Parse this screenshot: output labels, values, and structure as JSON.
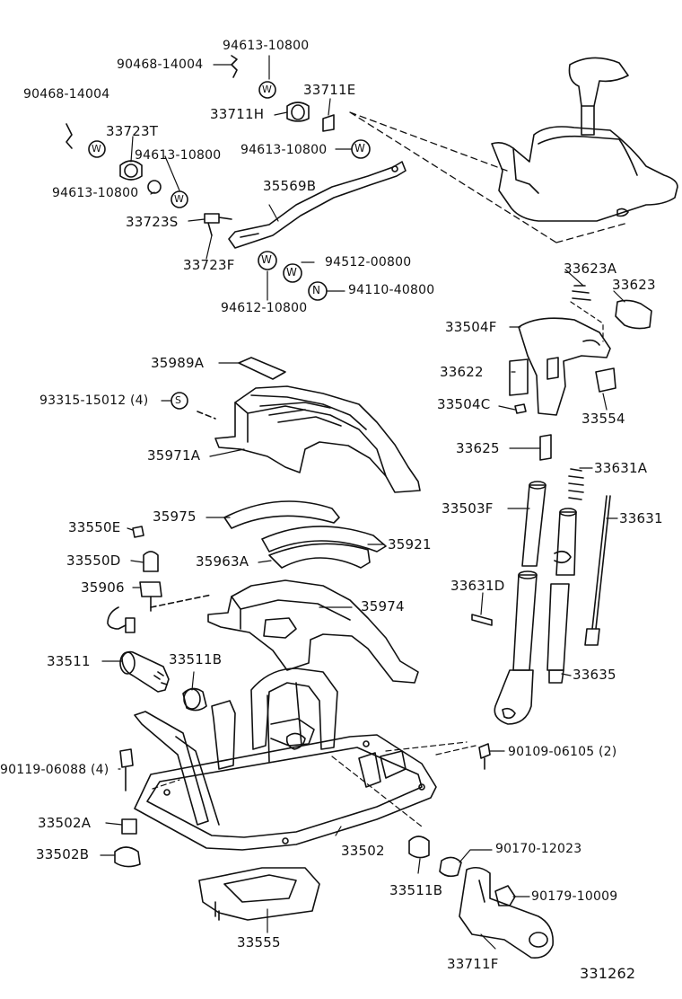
{
  "diagram": {
    "catalog_number": "331262",
    "parts": {
      "p94613_10800_top": "94613-10800",
      "p90468_14004_top": "90468-14004",
      "p90468_14004_left": "90468-14004",
      "p33711E": "33711E",
      "p33711H": "33711H",
      "p33723T": "33723T",
      "p94613_10800_mid": "94613-10800",
      "p94613_10800_right": "94613-10800",
      "p94613_10800_left": "94613-10800",
      "p33723S": "33723S",
      "p35569B": "35569B",
      "p33723F": "33723F",
      "p94512_00800": "94512-00800",
      "p94110_40800": "94110-40800",
      "p94612_10800": "94612-10800",
      "p33623A": "33623A",
      "p33623": "33623",
      "p33504F": "33504F",
      "p35989A": "35989A",
      "p33622": "33622",
      "p93315_15012": "93315-15012 (4)",
      "p33504C": "33504C",
      "p33554": "33554",
      "p35971A": "35971A",
      "p33625": "33625",
      "p33631A": "33631A",
      "p33503F": "33503F",
      "p33631": "33631",
      "p35975": "35975",
      "p33550E": "33550E",
      "p35921": "35921",
      "p33550D": "33550D",
      "p35963A": "35963A",
      "p35906": "35906",
      "p33631D": "33631D",
      "p35974": "35974",
      "p33511": "33511",
      "p33511B_top": "33511B",
      "p33635": "33635",
      "p90109_06105": "90109-06105 (2)",
      "p90119_06088": "90119-06088 (4)",
      "p33502A": "33502A",
      "p33502": "33502",
      "p33502B": "33502B",
      "p90170_12023": "90170-12023",
      "p33511B_bottom": "33511B",
      "p90179_10009": "90179-10009",
      "p33555": "33555",
      "p33711F": "33711F"
    },
    "symbols": {
      "washer": "W",
      "nut": "N",
      "screw": "S"
    }
  }
}
